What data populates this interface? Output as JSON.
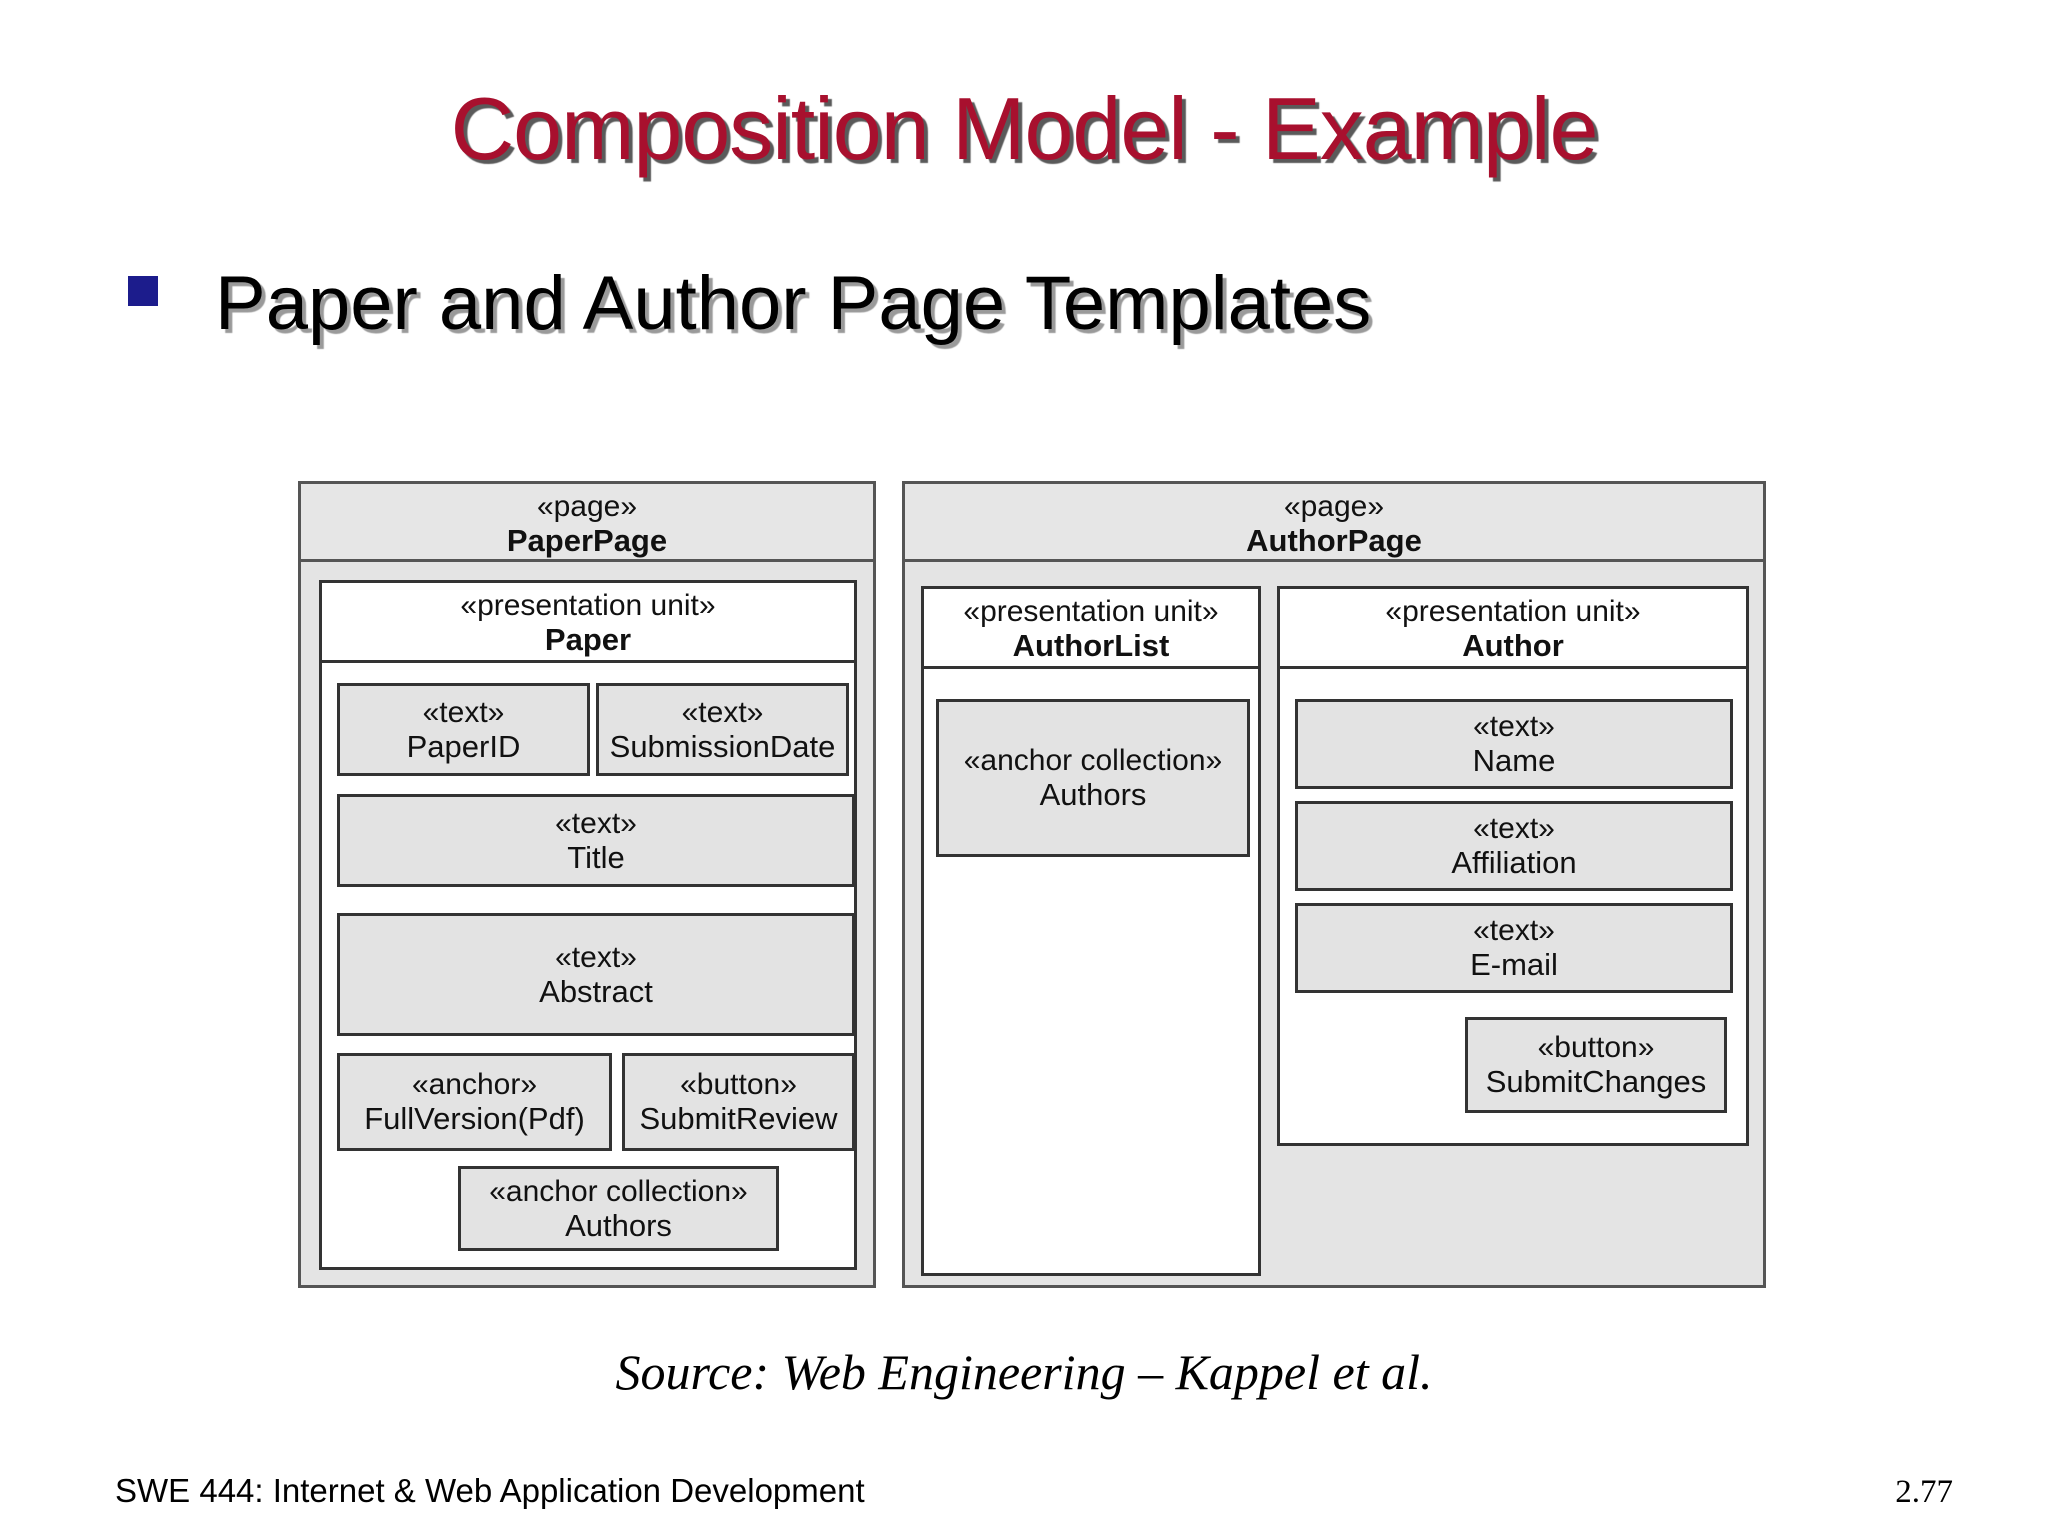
{
  "slide": {
    "title": "Composition Model - Example",
    "bullet": "Paper and Author Page Templates",
    "source": "Source: Web Engineering – Kappel et al.",
    "footer_left": "SWE 444: Internet & Web Application Development",
    "page_number": "2.77"
  },
  "diagram": {
    "paper_page": {
      "stereotype": "«page»",
      "name": "PaperPage",
      "unit": {
        "stereotype": "«presentation unit»",
        "name": "Paper",
        "elements": [
          {
            "stereotype": "«text»",
            "name": "PaperID"
          },
          {
            "stereotype": "«text»",
            "name": "SubmissionDate"
          },
          {
            "stereotype": "«text»",
            "name": "Title"
          },
          {
            "stereotype": "«text»",
            "name": "Abstract"
          },
          {
            "stereotype": "«anchor»",
            "name": "FullVersion(Pdf)"
          },
          {
            "stereotype": "«button»",
            "name": "SubmitReview"
          },
          {
            "stereotype": "«anchor collection»",
            "name": "Authors"
          }
        ]
      }
    },
    "author_page": {
      "stereotype": "«page»",
      "name": "AuthorPage",
      "author_list_unit": {
        "stereotype": "«presentation unit»",
        "name": "AuthorList",
        "elements": [
          {
            "stereotype": "«anchor collection»",
            "name": "Authors"
          }
        ]
      },
      "author_unit": {
        "stereotype": "«presentation unit»",
        "name": "Author",
        "elements": [
          {
            "stereotype": "«text»",
            "name": "Name"
          },
          {
            "stereotype": "«text»",
            "name": "Affiliation"
          },
          {
            "stereotype": "«text»",
            "name": "E-mail"
          },
          {
            "stereotype": "«button»",
            "name": "SubmitChanges"
          }
        ]
      }
    }
  }
}
